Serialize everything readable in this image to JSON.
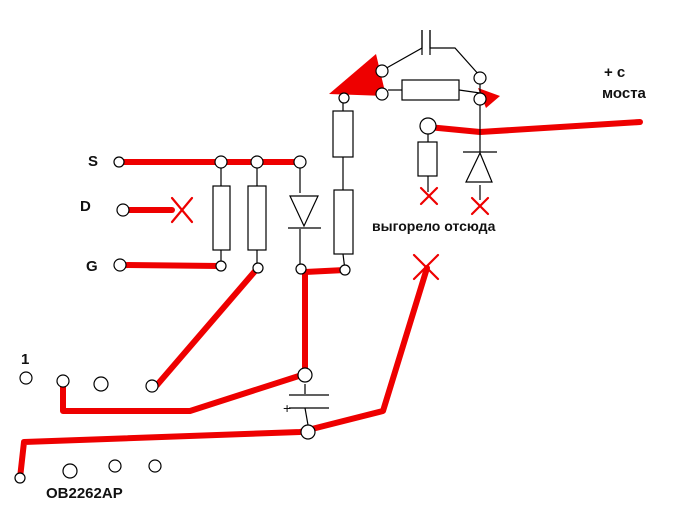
{
  "labels": {
    "pin_s": "S",
    "pin_d": "D",
    "pin_g": "G",
    "pin_1": "1",
    "chip_name": "OB2262AP",
    "bridge_line1": "+ с",
    "bridge_line2": "моста",
    "burnt_note": "выгорело отсюда",
    "cap_polarity": "+"
  },
  "colors": {
    "trace": "#ee0000",
    "wire": "#000000",
    "background": "#ffffff"
  }
}
